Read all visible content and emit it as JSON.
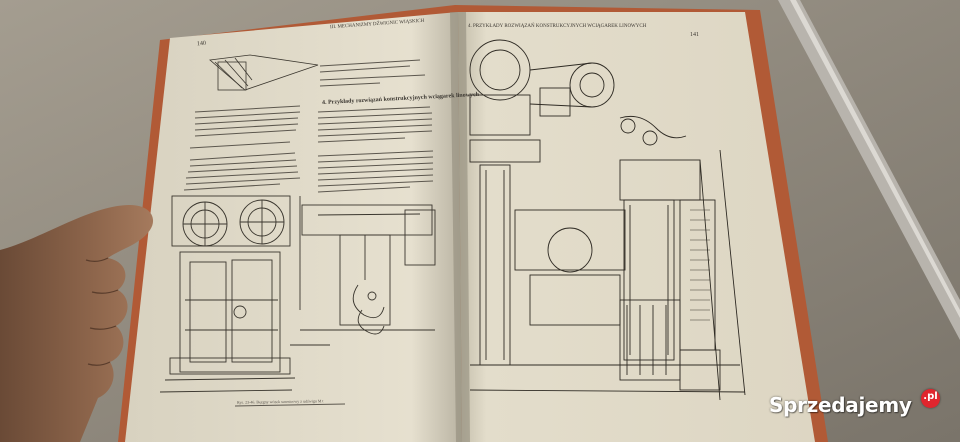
{
  "photo": {
    "left_page": {
      "page_number": "140",
      "header": "III. MECHANIZMY DŹWIGNIC WIĄSKICH",
      "section_heading": "4. Przykłady rozwiązań konstrukcyjnych wciągarek linowych",
      "figure_caption": "Rys. 23-46. Bęzgny wózek suwnicowy z udźwigu M t"
    },
    "right_page": {
      "page_number": "141",
      "header": "4. PRZYKŁADY ROZWIĄZAŃ KONSTRUKCYJNYCH WCIĄGAREK LINOWYCH"
    },
    "watermark": {
      "text": "Sprzedajemy",
      "badge": ".pl",
      "badge_color": "#e0262e"
    }
  }
}
